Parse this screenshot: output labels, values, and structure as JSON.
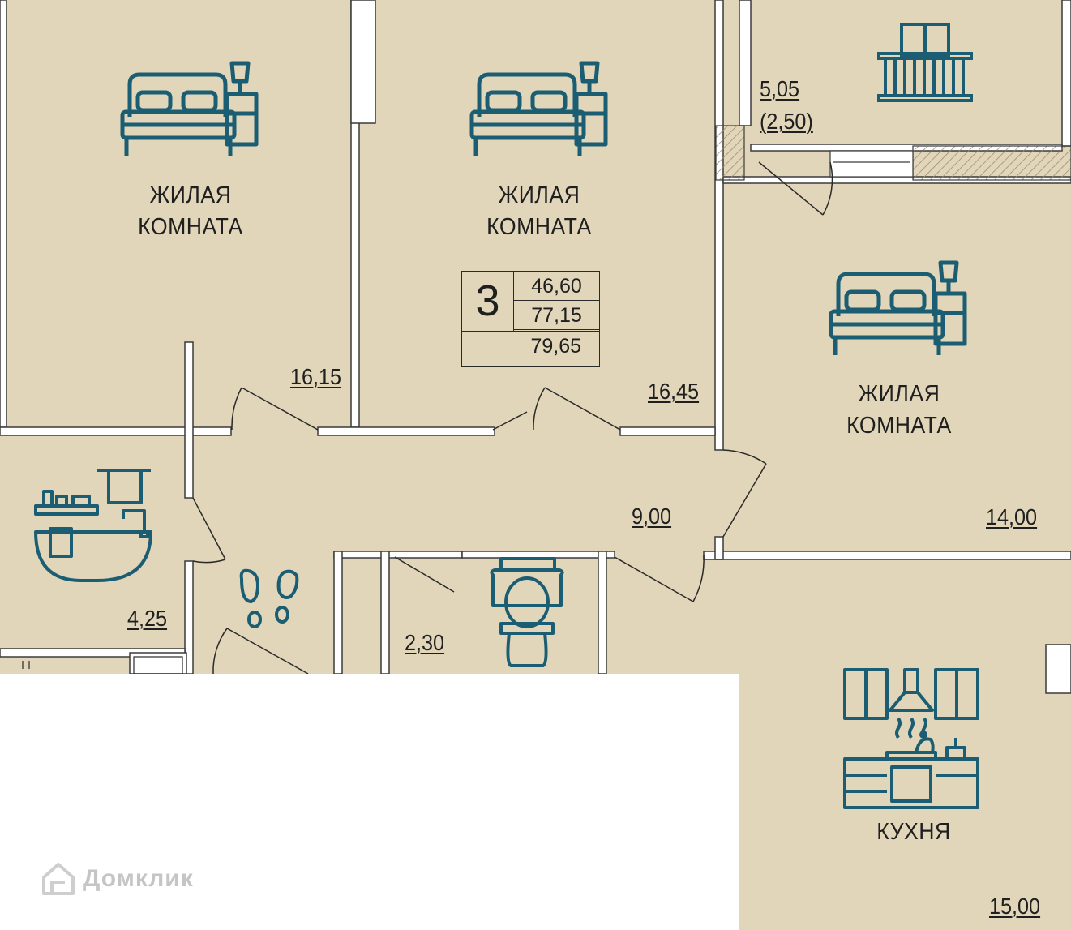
{
  "apartment": {
    "rooms_count": "3",
    "living_area": "46,60",
    "total_area": "77,15",
    "total_area_with_balcony": "79,65"
  },
  "rooms": {
    "bedroom_1": {
      "label_line1": "ЖИЛАЯ",
      "label_line2": "КОМНАТА",
      "area": "16,15",
      "icon": "bed-icon"
    },
    "bedroom_2": {
      "label_line1": "ЖИЛАЯ",
      "label_line2": "КОМНАТА",
      "area": "16,45",
      "icon": "bed-icon"
    },
    "bedroom_3": {
      "label_line1": "ЖИЛАЯ",
      "label_line2": "КОМНАТА",
      "area": "14,00",
      "icon": "bed-icon"
    },
    "balcony": {
      "area": "5,05",
      "area_reduced": "(2,50)",
      "icon": "balcony-icon"
    },
    "bathroom": {
      "area": "4,25",
      "icon": "bathtub-icon"
    },
    "hallway": {
      "area": "9,00",
      "icon": "footprints-icon"
    },
    "toilet": {
      "area": "2,30",
      "icon": "toilet-icon"
    },
    "kitchen": {
      "label": "КУХНЯ",
      "area": "15,00",
      "icon": "kitchen-icon"
    }
  },
  "watermark": {
    "text": "Домклик",
    "icon": "house-logo-icon"
  },
  "colors": {
    "floor": "#e1d6b9",
    "wall": "#ffffff",
    "icon": "#1b5d72",
    "line": "#2a2a2a"
  }
}
